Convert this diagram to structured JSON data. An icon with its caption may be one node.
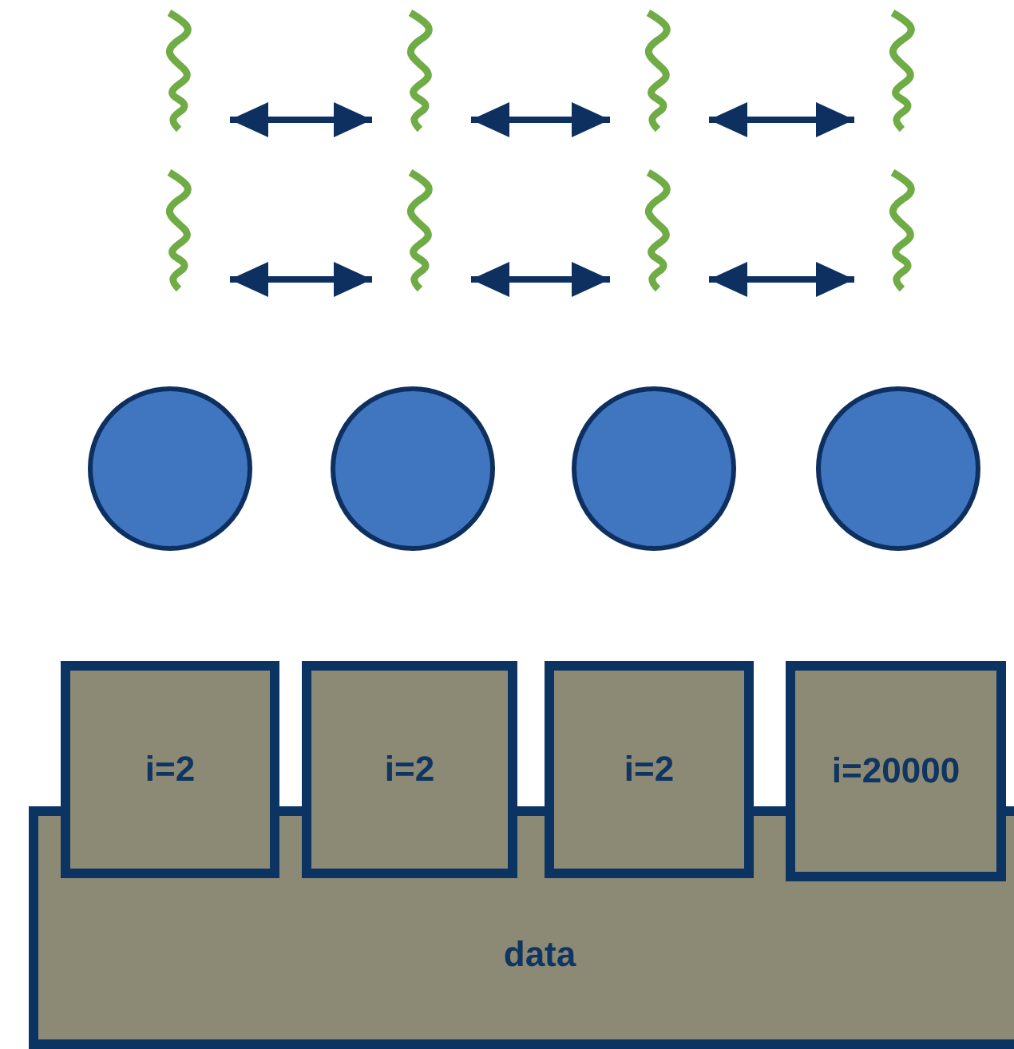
{
  "diagram": {
    "nodes": [
      {
        "text": [],
        "shape": "picture"
      },
      {
        "text": [],
        "shape": "picture"
      },
      {
        "text": [],
        "shape": "picture"
      },
      {
        "text": [],
        "shape": "picture"
      },
      {
        "text": [],
        "shape": "picture"
      },
      {
        "text": [],
        "shape": "picture"
      },
      {
        "text": [],
        "shape": "picture"
      },
      {
        "text": [],
        "shape": "picture"
      },
      {
        "text": [],
        "shape": "circle"
      },
      {
        "text": [],
        "shape": "circle"
      },
      {
        "text": [],
        "shape": "circle"
      },
      {
        "text": [],
        "shape": "circle"
      },
      {
        "text": [
          "i=2"
        ]
      },
      {
        "text": [
          "i=2"
        ]
      },
      {
        "text": [
          "i=2"
        ]
      },
      {
        "text": [
          "i=20000"
        ]
      },
      {
        "text": [
          "data"
        ]
      }
    ],
    "edges": [
      {
        "from": 0,
        "to": 1,
        "arrow": "both"
      },
      {
        "from": 1,
        "to": 2,
        "arrow": "both"
      },
      {
        "from": 2,
        "to": 3,
        "arrow": "both"
      },
      {
        "from": 4,
        "to": 5,
        "arrow": "both"
      },
      {
        "from": 5,
        "to": 6,
        "arrow": "both"
      },
      {
        "from": 6,
        "to": 7,
        "arrow": "both"
      }
    ]
  }
}
